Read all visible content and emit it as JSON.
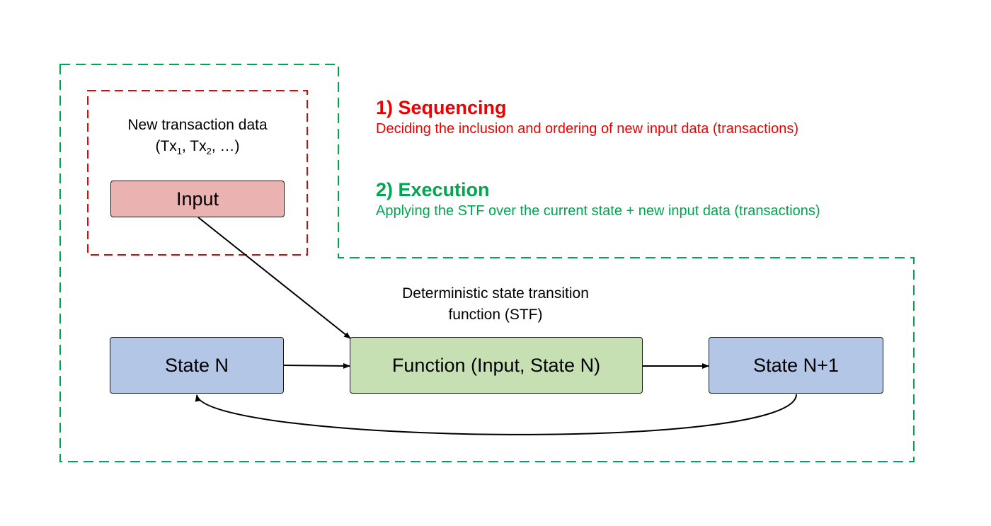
{
  "colors": {
    "sequencing": "#ee0000",
    "execution": "#00a54f",
    "input_fill": "#eab2b0",
    "state_fill": "#b4c6e6",
    "function_fill": "#c6e0b4"
  },
  "sequencing": {
    "heading": "1) Sequencing",
    "description": "Deciding the inclusion and ordering of new input data (transactions)"
  },
  "execution": {
    "heading": "2) Execution",
    "description": "Applying the STF over the current state + new input data (transactions)"
  },
  "input_block": {
    "caption_line1": "New transaction data",
    "tx_open": "(Tx",
    "tx_sub1": "1",
    "tx_mid": ", Tx",
    "tx_sub2": "2",
    "tx_close": ", …)",
    "box_label": "Input"
  },
  "stf": {
    "caption_line1": "Deterministic state transition",
    "caption_line2": "function (STF)"
  },
  "nodes": {
    "state_n": "State N",
    "function": "Function (Input, State N)",
    "state_n1": "State N+1"
  }
}
